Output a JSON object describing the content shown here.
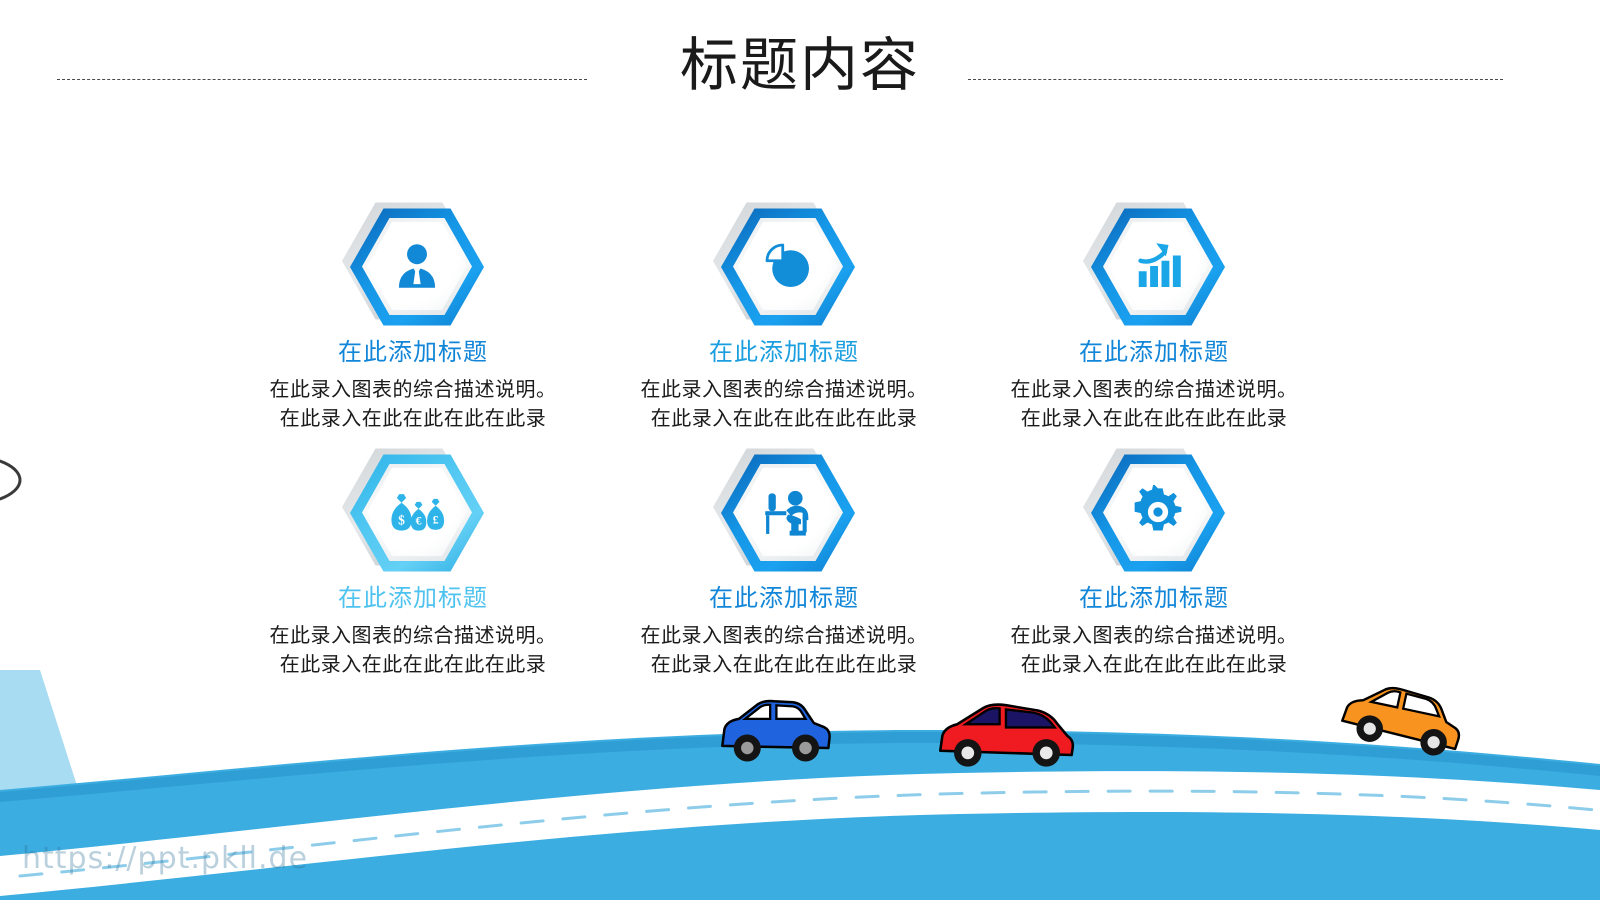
{
  "header": {
    "title": "标题内容",
    "rule_style": "dashed"
  },
  "theme": {
    "accent_dark_blue": "#0b6fc0",
    "accent_blue": "#0f93dd",
    "accent_light_blue": "#29abe2",
    "title_text_color": "#1a1a1a",
    "body_text_color": "#1b1b1b",
    "wave_blue": "#3cade0",
    "wave_blue_dark": "#2f9ed4",
    "road_white": "#ffffff"
  },
  "items": [
    {
      "icon": "user-icon",
      "title": "在此添加标题",
      "title_color": "#1186d8",
      "hex_color_a": "#0a63b5",
      "hex_color_b": "#1596e6",
      "icon_color": "#1189d6",
      "desc": "在此录入图表的综合描述说明。\n在此录入在此在此在此在此录"
    },
    {
      "icon": "pie-chart-icon",
      "title": "在此添加标题",
      "title_color": "#1a9ee0",
      "hex_color_a": "#0a63b5",
      "hex_color_b": "#1596e6",
      "icon_color": "#128dd8",
      "desc": "在此录入图表的综合描述说明。\n在此录入在此在此在此在此录"
    },
    {
      "icon": "bar-chart-growth-icon",
      "title": "在此添加标题",
      "title_color": "#1186d8",
      "hex_color_a": "#0a63b5",
      "hex_color_b": "#1596e6",
      "icon_color": "#1ba6e8",
      "desc": "在此录入图表的综合描述说明。\n在此录入在此在此在此在此录"
    },
    {
      "icon": "money-bags-icon",
      "title": "在此添加标题",
      "title_color": "#4fc3ef",
      "hex_color_a": "#2bb3e8",
      "hex_color_b": "#52c8f2",
      "icon_color": "#2fb4e9",
      "desc": "在此录入图表的综合描述说明。\n在此录入在此在此在此在此录"
    },
    {
      "icon": "person-at-desk-icon",
      "title": "在此添加标题",
      "title_color": "#1186d8",
      "hex_color_a": "#0a63b5",
      "hex_color_b": "#1596e6",
      "icon_color": "#0f86d2",
      "desc": "在此录入图表的综合描述说明。\n在此录入在此在此在此在此录"
    },
    {
      "icon": "gear-icon",
      "title": "在此添加标题",
      "title_color": "#1186d8",
      "hex_color_a": "#0a63b5",
      "hex_color_b": "#1596e6",
      "icon_color": "#1190db",
      "desc": "在此录入图表的综合描述说明。\n在此录入在此在此在此在此录"
    }
  ],
  "scenery": {
    "cars": [
      {
        "name": "blue-car",
        "body_color": "#1f64de",
        "window_color": "#ffffff"
      },
      {
        "name": "red-car",
        "body_color": "#ef1b20",
        "window_color": "#1b1464"
      },
      {
        "name": "orange-car",
        "body_color": "#f7931e",
        "window_color": "#ffffff"
      }
    ],
    "road_dash_color": "#8ecdea"
  },
  "watermark": "https://ppt.pkll.de"
}
